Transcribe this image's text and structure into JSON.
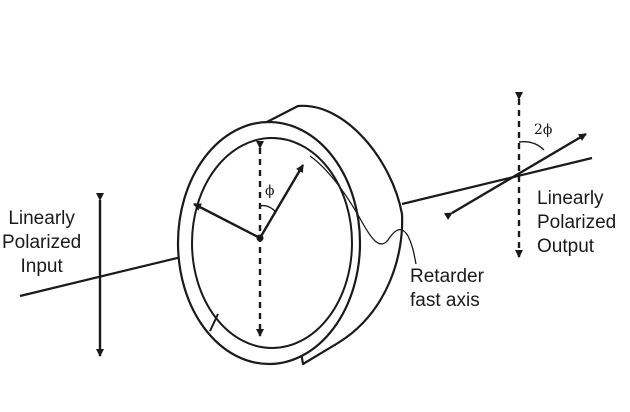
{
  "labels": {
    "input": [
      "Linearly",
      "Polarized",
      "Input"
    ],
    "output": [
      "Linearly",
      "Polarized",
      "Output"
    ],
    "retarder": [
      "Retarder",
      "fast axis"
    ],
    "phi": "ϕ",
    "two_phi": "2ϕ"
  }
}
